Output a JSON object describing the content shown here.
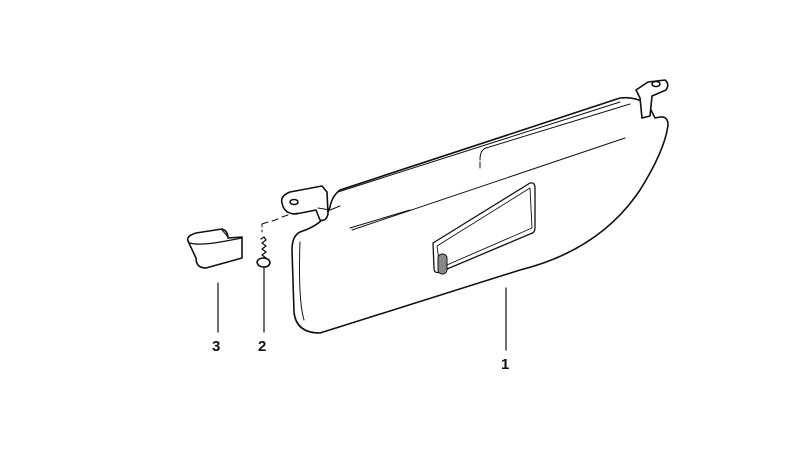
{
  "diagram": {
    "type": "exploded-parts-diagram",
    "subject": "Sun visor assembly",
    "callouts": [
      {
        "number": "1",
        "part": "sun-visor"
      },
      {
        "number": "2",
        "part": "screw"
      },
      {
        "number": "3",
        "part": "cover-cap"
      }
    ]
  },
  "colors": {
    "line": "#111111",
    "background": "#ffffff"
  }
}
